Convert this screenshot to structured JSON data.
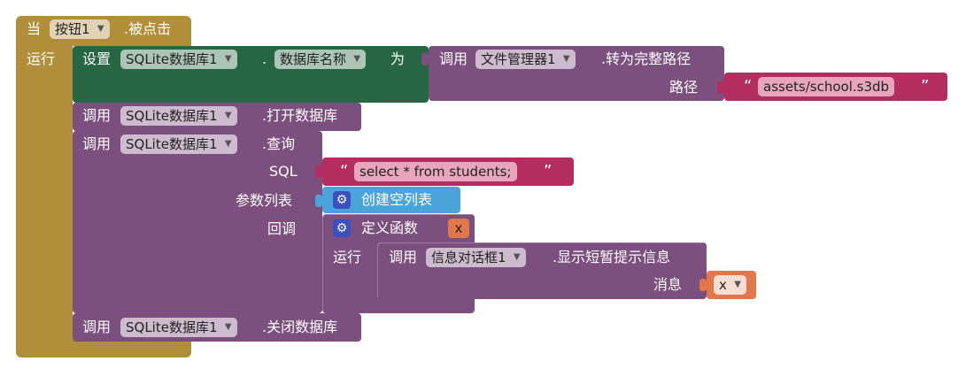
{
  "event": {
    "prefix": "当",
    "component": "按钮1",
    "suffix": ".被点击",
    "do_label": "运行"
  },
  "setter": {
    "label": "设置",
    "component": "SQLite数据库1",
    "dot": ".",
    "property": "数据库名称",
    "to": "为",
    "call": {
      "label": "调用",
      "component": "文件管理器1",
      "method": ".转为完整路径",
      "arg_label": "路径",
      "arg_value": "assets/school.s3db"
    }
  },
  "open_db": {
    "label": "调用",
    "component": "SQLite数据库1",
    "method": ".打开数据库"
  },
  "query": {
    "label": "调用",
    "component": "SQLite数据库1",
    "method": ".查询",
    "sql_label": "SQL",
    "sql_value": "select * from students;",
    "params_label": "参数列表",
    "params_value": "创建空列表",
    "callback_label": "回调",
    "lambda": {
      "label": "定义函数",
      "param": "x",
      "do_label": "运行",
      "body": {
        "label": "调用",
        "component": "信息对话框1",
        "method": ".显示短暂提示信息",
        "arg_label": "消息",
        "arg_value": "x"
      }
    }
  },
  "close_db": {
    "label": "调用",
    "component": "SQLite数据库1",
    "method": ".关闭数据库"
  },
  "quotes": {
    "open": "“",
    "close": "”"
  },
  "colors": {
    "event": "#b18f3a",
    "setter": "#266643",
    "component_call": "#7b4f7e",
    "text": "#b32d5e",
    "list": "#4aa3d9",
    "procedure": "#7b4f7e",
    "variable": "#e0784b"
  },
  "icons": {
    "mutator": "gear-icon",
    "dropdown": "chevron-down-icon"
  }
}
